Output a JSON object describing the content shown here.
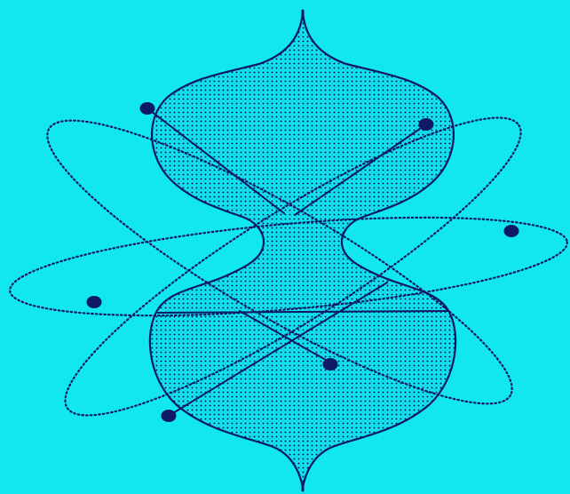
{
  "illustration": {
    "subject": "atom-orbital",
    "colors": {
      "background": "#12E6EE",
      "ink": "#0E1A66",
      "stipple_fill": "#6FA7C6"
    },
    "orbits": 3,
    "electrons": 6
  }
}
